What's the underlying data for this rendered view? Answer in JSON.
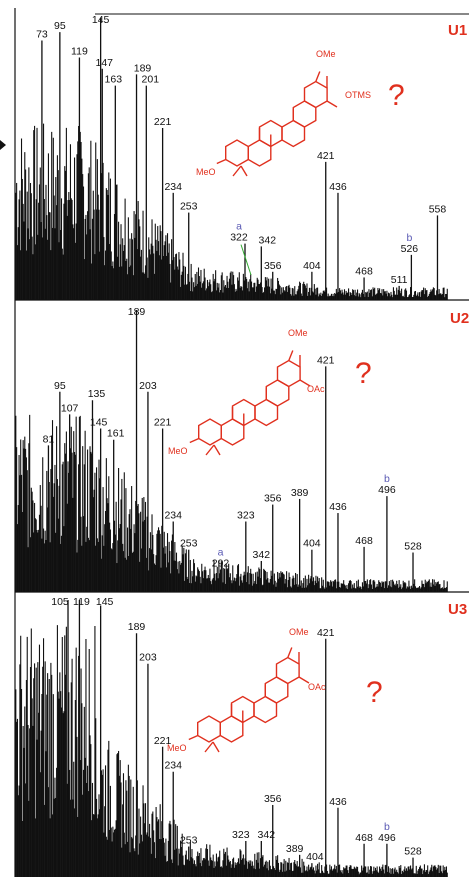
{
  "colors": {
    "peaks": "#111111",
    "structure": "#e0301e",
    "letter": "#5a5ab4",
    "leader": "#33aa33"
  },
  "chart_data": [
    {
      "type": "bar",
      "panel": "U1",
      "question_mark": "?",
      "labels": [
        {
          "mz": 73,
          "y": 0.92,
          "text": "73"
        },
        {
          "mz": 95,
          "y": 0.95,
          "text": "95"
        },
        {
          "mz": 119,
          "y": 0.86,
          "text": "119"
        },
        {
          "mz": 145,
          "y": 1.0,
          "text": "145"
        },
        {
          "mz": 147,
          "y": 0.82,
          "text": "147"
        },
        {
          "mz": 163,
          "y": 0.76,
          "text": "163"
        },
        {
          "mz": 189,
          "y": 0.8,
          "text": "189"
        },
        {
          "mz": 201,
          "y": 0.76,
          "text": "201"
        },
        {
          "mz": 221,
          "y": 0.61,
          "text": "221"
        },
        {
          "mz": 234,
          "y": 0.38,
          "text": "234"
        },
        {
          "mz": 253,
          "y": 0.31,
          "text": "253"
        },
        {
          "mz": 322,
          "y": 0.2,
          "text": "322",
          "letter": "a"
        },
        {
          "mz": 342,
          "y": 0.19,
          "text": "342"
        },
        {
          "mz": 356,
          "y": 0.1,
          "text": "356"
        },
        {
          "mz": 404,
          "y": 0.1,
          "text": "404"
        },
        {
          "mz": 421,
          "y": 0.49,
          "text": "421"
        },
        {
          "mz": 436,
          "y": 0.38,
          "text": "436"
        },
        {
          "mz": 468,
          "y": 0.08,
          "text": "468"
        },
        {
          "mz": 511,
          "y": 0.05,
          "text": "511"
        },
        {
          "mz": 526,
          "y": 0.16,
          "text": "526",
          "letter": "b"
        },
        {
          "mz": 558,
          "y": 0.3,
          "text": "558"
        }
      ],
      "structure": {
        "top": "OMe",
        "side": "OTMS",
        "bottom": "MeO"
      }
    },
    {
      "type": "bar",
      "panel": "U2",
      "question_mark": "?",
      "labels": [
        {
          "mz": 81,
          "y": 0.52,
          "text": "81"
        },
        {
          "mz": 95,
          "y": 0.71,
          "text": "95"
        },
        {
          "mz": 107,
          "y": 0.63,
          "text": "107"
        },
        {
          "mz": 135,
          "y": 0.68,
          "text": "135"
        },
        {
          "mz": 145,
          "y": 0.58,
          "text": "145"
        },
        {
          "mz": 161,
          "y": 0.54,
          "text": "161"
        },
        {
          "mz": 189,
          "y": 1.0,
          "text": "189"
        },
        {
          "mz": 203,
          "y": 0.71,
          "text": "203"
        },
        {
          "mz": 221,
          "y": 0.58,
          "text": "221"
        },
        {
          "mz": 234,
          "y": 0.25,
          "text": "234"
        },
        {
          "mz": 253,
          "y": 0.15,
          "text": "253"
        },
        {
          "mz": 292,
          "y": 0.08,
          "text": "292",
          "letter": "a"
        },
        {
          "mz": 323,
          "y": 0.25,
          "text": "323"
        },
        {
          "mz": 342,
          "y": 0.11,
          "text": "342"
        },
        {
          "mz": 356,
          "y": 0.31,
          "text": "356"
        },
        {
          "mz": 389,
          "y": 0.33,
          "text": "389"
        },
        {
          "mz": 404,
          "y": 0.15,
          "text": "404"
        },
        {
          "mz": 421,
          "y": 0.8,
          "text": "421"
        },
        {
          "mz": 436,
          "y": 0.28,
          "text": "436"
        },
        {
          "mz": 468,
          "y": 0.16,
          "text": "468"
        },
        {
          "mz": 496,
          "y": 0.34,
          "text": "496",
          "letter": "b"
        },
        {
          "mz": 528,
          "y": 0.14,
          "text": "528"
        }
      ],
      "structure": {
        "top": "OMe",
        "side": "OAc",
        "bottom": "MeO"
      }
    },
    {
      "type": "bar",
      "panel": "U3",
      "question_mark": "?",
      "labels": [
        {
          "mz": 105,
          "y": 1.0,
          "text": "105"
        },
        {
          "mz": 119,
          "y": 1.0,
          "text": "119"
        },
        {
          "mz": 145,
          "y": 0.98,
          "text": "145"
        },
        {
          "mz": 189,
          "y": 0.88,
          "text": "189"
        },
        {
          "mz": 203,
          "y": 0.77,
          "text": "203"
        },
        {
          "mz": 221,
          "y": 0.47,
          "text": "221"
        },
        {
          "mz": 234,
          "y": 0.38,
          "text": "234"
        },
        {
          "mz": 253,
          "y": 0.11,
          "text": "253"
        },
        {
          "mz": 323,
          "y": 0.13,
          "text": "323"
        },
        {
          "mz": 342,
          "y": 0.13,
          "text": "342"
        },
        {
          "mz": 356,
          "y": 0.26,
          "text": "356"
        },
        {
          "mz": 389,
          "y": 0.08,
          "text": "389"
        },
        {
          "mz": 404,
          "y": 0.05,
          "text": "404"
        },
        {
          "mz": 421,
          "y": 0.86,
          "text": "421"
        },
        {
          "mz": 436,
          "y": 0.25,
          "text": "436"
        },
        {
          "mz": 468,
          "y": 0.12,
          "text": "468"
        },
        {
          "mz": 496,
          "y": 0.12,
          "text": "496",
          "letter": "b"
        },
        {
          "mz": 528,
          "y": 0.07,
          "text": "528"
        }
      ],
      "structure": {
        "top": "OMe",
        "side": "OAc",
        "bottom": "MeO"
      }
    }
  ]
}
